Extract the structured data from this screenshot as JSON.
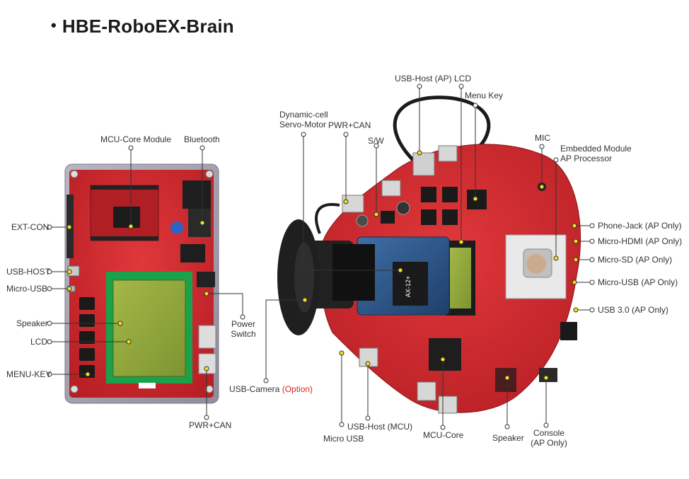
{
  "title": "HBE-RoboEX-Brain",
  "left_board": {
    "labels": {
      "mcu_core_module": "MCU-Core Module",
      "bluetooth": "Bluetooth",
      "ext_con": "EXT-CON",
      "usb_host": "USB-HOST",
      "micro_usb": "Micro-USB",
      "speaker": "Speaker",
      "lcd": "LCD",
      "menu_key": "MENU-KEY",
      "power_switch_1": "Power",
      "power_switch_2": "Switch",
      "pwr_can": "PWR+CAN"
    }
  },
  "robot": {
    "labels": {
      "usb_host_ap": "USB-Host (AP)",
      "lcd": "LCD",
      "menu_key": "Menu Key",
      "servo_1": "Dynamic-cell",
      "servo_2": "Servo-Motor",
      "pwr_can": "PWR+CAN",
      "sw": "S/W",
      "mic": "MIC",
      "embedded_1": "Embedded Module",
      "embedded_2": "AP Processor",
      "phone_jack": "Phone-Jack (AP Only)",
      "micro_hdmi": "Micro-HDMI (AP Only)",
      "micro_sd": "Micro-SD (AP Only)",
      "micro_usb_ap": "Micro-USB (AP Only)",
      "usb3": "USB 3.0 (AP Only)",
      "usb_camera": "USB-Camera",
      "usb_camera_option": "(Option)",
      "micro_usb": "Micro USB",
      "usb_host_mcu": "USB-Host (MCU)",
      "mcu_core": "MCU-Core",
      "speaker": "Speaker",
      "console_1": "Console",
      "console_2": "(AP Only)"
    },
    "device_text": "AX-12+"
  },
  "colors": {
    "pcb_red": "#d42a2e",
    "pcb_dark": "#a71d22",
    "lcd_green": "#8fa83a",
    "leader_line": "#333333",
    "dot_fill": "#f5e11b",
    "option_text": "#d8251d"
  }
}
